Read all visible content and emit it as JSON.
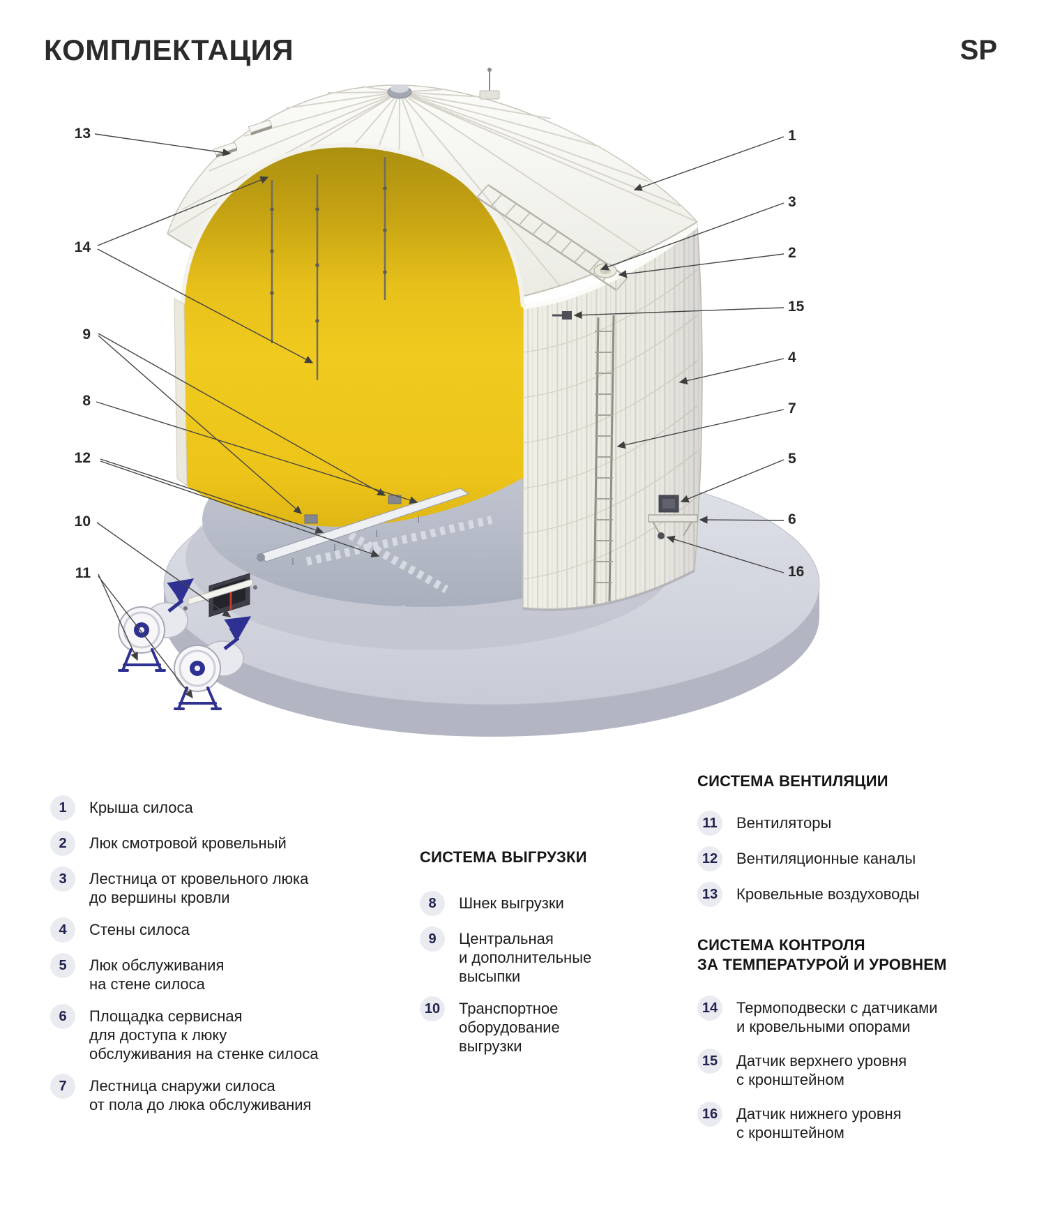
{
  "header": {
    "title": "КОМПЛЕКТАЦИЯ",
    "brand": "SP"
  },
  "callouts": [
    {
      "num": "13"
    },
    {
      "num": "14"
    },
    {
      "num": "9"
    },
    {
      "num": "8"
    },
    {
      "num": "12"
    },
    {
      "num": "10"
    },
    {
      "num": "11"
    },
    {
      "num": "1"
    },
    {
      "num": "3"
    },
    {
      "num": "2"
    },
    {
      "num": "15"
    },
    {
      "num": "4"
    },
    {
      "num": "7"
    },
    {
      "num": "5"
    },
    {
      "num": "6"
    },
    {
      "num": "16"
    }
  ],
  "legend": {
    "silo": {
      "items": [
        {
          "num": "1",
          "text": "Крыша силоса"
        },
        {
          "num": "2",
          "text": "Люк смотровой кровельный"
        },
        {
          "num": "3",
          "text": "Лестница от кровельного люка\nдо вершины кровли"
        },
        {
          "num": "4",
          "text": "Стены силоса"
        },
        {
          "num": "5",
          "text": "Люк обслуживания\nна стене силоса"
        },
        {
          "num": "6",
          "text": "Площадка сервисная\nдля доступа к люку\nобслуживания на стенке силоса"
        },
        {
          "num": "7",
          "text": "Лестница снаружи силоса\nот пола до люка обслуживания"
        }
      ]
    },
    "unload": {
      "heading": "СИСТЕМА ВЫГРУЗКИ",
      "items": [
        {
          "num": "8",
          "text": "Шнек выгрузки"
        },
        {
          "num": "9",
          "text": "Центральная\nи дополнительные\nвысыпки"
        },
        {
          "num": "10",
          "text": "Транспортное\nоборудование\nвыгрузки"
        }
      ]
    },
    "vent": {
      "heading": "СИСТЕМА ВЕНТИЛЯЦИИ",
      "items": [
        {
          "num": "11",
          "text": "Вентиляторы"
        },
        {
          "num": "12",
          "text": "Вентиляционные каналы"
        },
        {
          "num": "13",
          "text": "Кровельные воздуховоды"
        }
      ]
    },
    "control": {
      "heading": "СИСТЕМА КОНТРОЛЯ\nЗА ТЕМПЕРАТУРОЙ И УРОВНЕМ",
      "items": [
        {
          "num": "14",
          "text": "Термоподвески с датчиками\nи кровельными опорами"
        },
        {
          "num": "15",
          "text": "Датчик верхнего уровня\nс кронштейном"
        },
        {
          "num": "16",
          "text": "Датчик нижнего уровня\nс кронштейном"
        }
      ]
    }
  },
  "colors": {
    "grain": "#eec81c",
    "roof": "#f4f3ee",
    "wall": "#efeee7",
    "base": "#c9ccd7",
    "accent_navy": "#2e3192",
    "badge_bg": "#e9ebf1",
    "text": "#1c1c1c"
  }
}
